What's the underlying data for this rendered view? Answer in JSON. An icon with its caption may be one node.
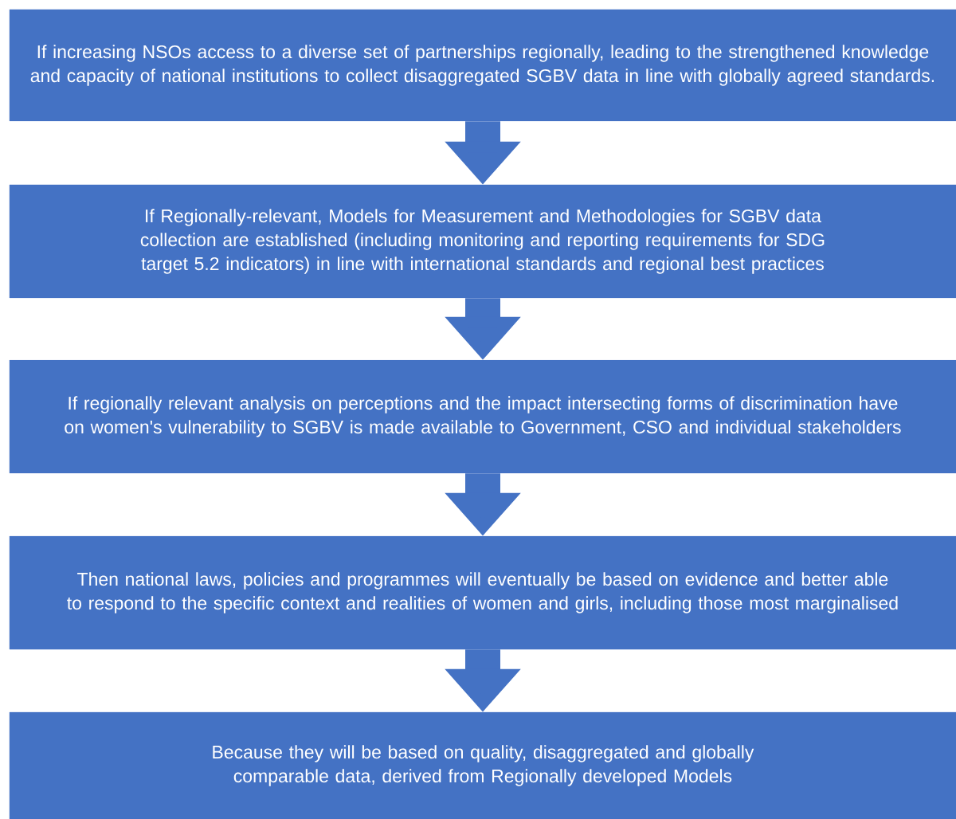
{
  "diagram": {
    "nodes": [
      {
        "text": [
          "If increasing NSOs access to a diverse set of partnerships regionally, leading to the strengthened knowledge and capacity of national institutions to collect disaggregated SGBV data in line with globally agreed standards."
        ]
      },
      {
        "text": [
          "If Regionally-relevant, Models for Measurement and Methodologies for SGBV data collection are established (including monitoring and reporting requirements for SDG target 5.2 indicators) in line with international standards and regional best practices"
        ]
      },
      {
        "text": [
          "If regionally relevant analysis on perceptions and the impact intersecting forms of discrimination have on women's vulnerability to SGBV is made available to Government, CSO and individual stakeholders"
        ]
      },
      {
        "text": [
          "Then national laws, policies and programmes will eventually be based on evidence and better able to respond to the specific context and realities of women and girls, including those most marginalised"
        ]
      },
      {
        "text": [
          "Because they will be based on quality, disaggregated and globally comparable data, derived from Regionally developed Models"
        ]
      }
    ],
    "edges": [
      {
        "from": 0,
        "to": 1,
        "arrow": "to"
      },
      {
        "from": 1,
        "to": 2,
        "arrow": "to"
      },
      {
        "from": 2,
        "to": 3,
        "arrow": "to"
      },
      {
        "from": 3,
        "to": 4,
        "arrow": "to"
      }
    ]
  }
}
